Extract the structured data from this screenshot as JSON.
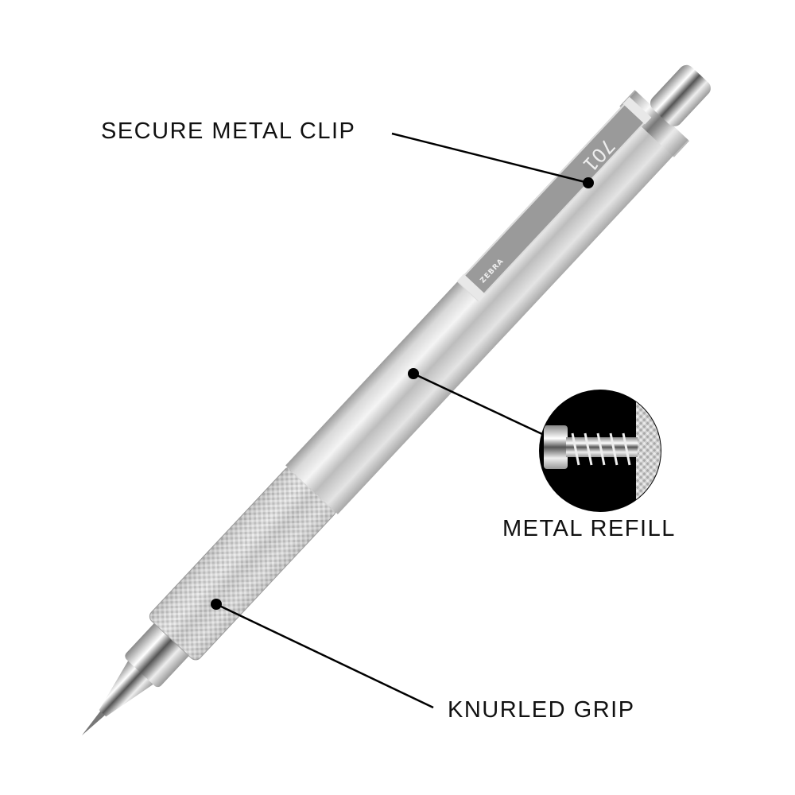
{
  "callouts": {
    "clip": "SECURE METAL CLIP",
    "refill": "METAL REFILL",
    "grip": "KNURLED GRIP"
  },
  "pen": {
    "brand": "ZEBRA",
    "model": "701"
  },
  "colors": {
    "background": "#ffffff",
    "text": "#111111",
    "steel": "#c9c9c9",
    "clip": "#9a9a9a",
    "inset_background": "#000000"
  }
}
